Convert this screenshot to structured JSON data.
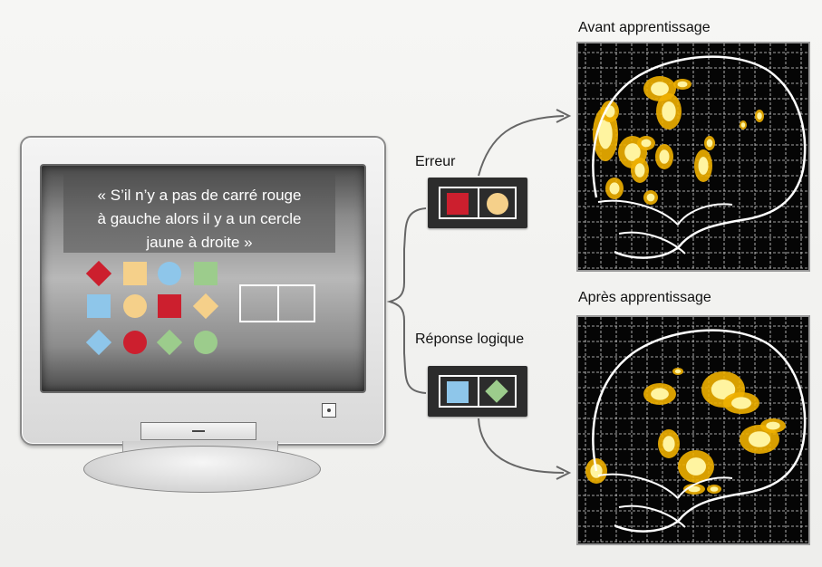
{
  "monitor": {
    "sentence_lines": [
      "« S’il n’y a pas de carré rouge",
      "à gauche alors il y a un cercle",
      "jaune à droite »"
    ]
  },
  "shapes": [
    {
      "shape": "diamond",
      "color": "#cc1f2e"
    },
    {
      "shape": "square",
      "color": "#f5d08a"
    },
    {
      "shape": "circle",
      "color": "#8ec6ea"
    },
    {
      "shape": "square",
      "color": "#9ccc8c"
    },
    {
      "shape": "square",
      "color": "#8ec6ea"
    },
    {
      "shape": "circle",
      "color": "#f5d08a"
    },
    {
      "shape": "square",
      "color": "#cc1f2e"
    },
    {
      "shape": "diamond",
      "color": "#f5d08a"
    },
    {
      "shape": "diamond",
      "color": "#8ec6ea"
    },
    {
      "shape": "circle",
      "color": "#cc1f2e"
    },
    {
      "shape": "diamond",
      "color": "#9ccc8c"
    },
    {
      "shape": "circle",
      "color": "#9ccc8c"
    }
  ],
  "options": {
    "error": {
      "label": "Erreur",
      "left": {
        "shape": "square",
        "color": "#cc1f2e"
      },
      "right": {
        "shape": "circle",
        "color": "#f5d08a"
      }
    },
    "logical": {
      "label": "Réponse logique",
      "left": {
        "shape": "square",
        "color": "#8ec6ea"
      },
      "right": {
        "shape": "diamond",
        "color": "#9ccc8c"
      }
    }
  },
  "panels": {
    "before": {
      "title": "Avant apprentissage"
    },
    "after": {
      "title": "Après apprentissage"
    }
  },
  "colors": {
    "activation_core": "#fff4a0",
    "activation_edge": "#f0b000",
    "grid": "#d8d8d8"
  }
}
